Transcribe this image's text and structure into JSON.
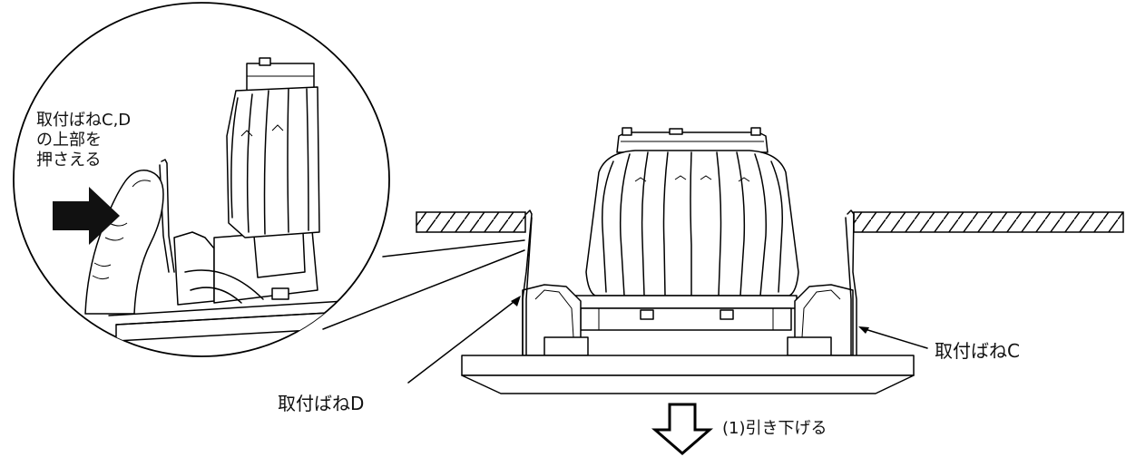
{
  "labels": {
    "press_instruction_line1": "取付ばねC,D",
    "press_instruction_line2": "の上部を",
    "press_instruction_line3": "押さえる",
    "spring_c": "取付ばねC",
    "spring_d": "取付ばねD",
    "pull_down_step": "(1)引き下げる"
  },
  "colors": {
    "line": "#000000",
    "background": "#ffffff"
  },
  "icons": {
    "press_arrow": "right-arrow-icon",
    "pull_arrow": "down-arrow-icon"
  }
}
